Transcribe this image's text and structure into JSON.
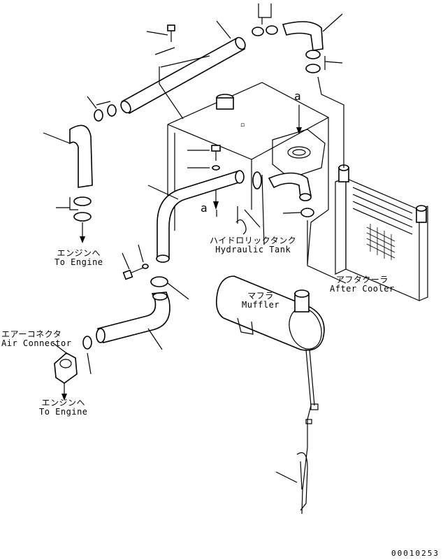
{
  "labels": {
    "to_engine_upper": {
      "jp": "エンジンへ",
      "en": "To Engine"
    },
    "to_engine_lower": {
      "jp": "エンジンへ",
      "en": "To Engine"
    },
    "air_connector": {
      "jp": "エアーコネクタ",
      "en": "Air Connector"
    },
    "hydraulic_tank": {
      "jp": "ハイドロリックタンク",
      "en": "Hydraulic Tank"
    },
    "after_cooler": {
      "jp": "アフタクーラ",
      "en": "After Cooler"
    },
    "muffler": {
      "jp": "マフラ",
      "en": "Muffler"
    }
  },
  "view_marks": {
    "upper": "a",
    "lower": "a"
  },
  "drawing_code": "00010253"
}
